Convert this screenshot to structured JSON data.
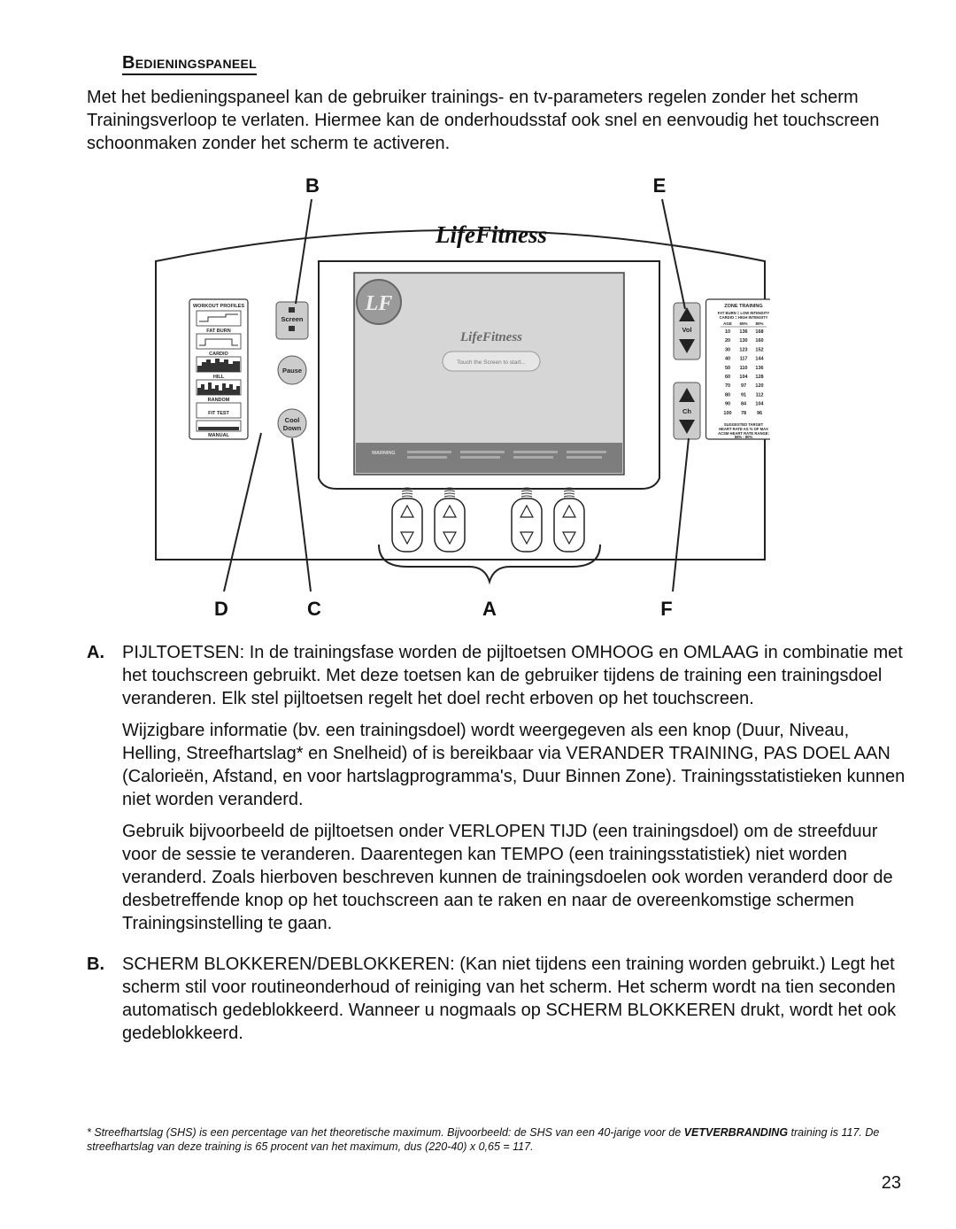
{
  "section_title": "Bedieningspaneel",
  "intro": "Met het bedieningspaneel kan de gebruiker trainings- en tv-parameters regelen zonder het scherm Trainingsverloop te verlaten. Hiermee kan de onderhoudsstaf ook snel en eenvoudig het touchscreen schoonmaken zonder het scherm te activeren.",
  "diagram": {
    "labels_top": {
      "b": "B",
      "e": "E"
    },
    "labels_bottom": {
      "d": "D",
      "c": "C",
      "a": "A",
      "f": "F"
    },
    "brand": "LifeFitness",
    "screen_brand": "LifeFitness",
    "screen_prompt": "Touch the Screen to start...",
    "screen_footer": "WARNING",
    "workout_profiles": {
      "title": "WORKOUT PROFILES",
      "items": [
        "FAT BURN",
        "CARDIO",
        "HILL",
        "RANDOM",
        "FIT TEST",
        "MANUAL"
      ]
    },
    "buttons": {
      "screen": "Screen",
      "pause": "Pause",
      "cool": "Cool",
      "down": "Down",
      "vol": "Vol",
      "ch": "Ch"
    },
    "zone_training": {
      "title": "ZONE TRAINING",
      "subtitle1": "FAT BURN = LOW INTENSITY",
      "subtitle2": "CARDIO = HIGH INTENSITY",
      "headers": [
        "AGE",
        "65%",
        "80%"
      ],
      "rows": [
        [
          "10",
          "136",
          "168"
        ],
        [
          "20",
          "130",
          "160"
        ],
        [
          "30",
          "123",
          "152"
        ],
        [
          "40",
          "117",
          "144"
        ],
        [
          "50",
          "110",
          "136"
        ],
        [
          "60",
          "104",
          "128"
        ],
        [
          "70",
          "97",
          "120"
        ],
        [
          "80",
          "91",
          "112"
        ],
        [
          "90",
          "84",
          "104"
        ],
        [
          "100",
          "78",
          "96"
        ]
      ],
      "note1": "SUGGESTED TARGET",
      "note2": "HEART RATE AS % OF MAX",
      "note3": "ACSM HEART RATE RANGE:",
      "note4": "55% - 90%"
    }
  },
  "items": [
    {
      "letter": "A.",
      "paragraphs": [
        "PIJLTOETSEN: In de trainingsfase worden de pijltoetsen OMHOOG en OMLAAG in combinatie met het touchscreen gebruikt. Met deze toetsen kan de gebruiker tijdens de training een trainingsdoel veranderen. Elk stel pijltoetsen regelt het doel recht erboven op het touchscreen.",
        "Wijzigbare informatie (bv. een trainingsdoel) wordt weergegeven als een knop (Duur, Niveau, Helling, Streefhartslag* en Snelheid) of is bereikbaar via VERANDER TRAINING, PAS DOEL AAN (Calorieën, Afstand, en voor hartslagprogramma's, Duur Binnen Zone). Trainingsstatistieken kunnen niet worden veranderd.",
        "Gebruik bijvoorbeeld de pijltoetsen onder VERLOPEN TIJD (een trainingsdoel) om de streefduur voor de sessie te veranderen. Daarentegen kan TEMPO (een trainingsstatistiek) niet worden veranderd. Zoals hierboven beschreven kunnen de trainingsdoelen ook worden veranderd door de desbetreffende knop op het touchscreen aan te raken en naar de overeenkomstige schermen Trainingsinstelling te gaan."
      ]
    },
    {
      "letter": "B.",
      "paragraphs": [
        "SCHERM BLOKKEREN/DEBLOKKEREN: (Kan niet tijdens een training worden gebruikt.) Legt het scherm stil voor routineonderhoud of reiniging van het scherm. Het scherm wordt na tien seconden automatisch gedeblokkeerd. Wanneer u nogmaals op SCHERM BLOKKEREN drukt, wordt het ook gedeblokkeerd."
      ]
    }
  ],
  "footnote": {
    "part1": "* Streefhartslag (SHS) is een percentage van het theoretische maximum. Bijvoorbeeld: de SHS van een 40-jarige voor de ",
    "bold": "VETVERBRANDING",
    "part2": " training is 117. De streefhartslag van deze training is 65 procent van het maximum, dus (220-40) x 0,65 = 117."
  },
  "page_number": "23"
}
